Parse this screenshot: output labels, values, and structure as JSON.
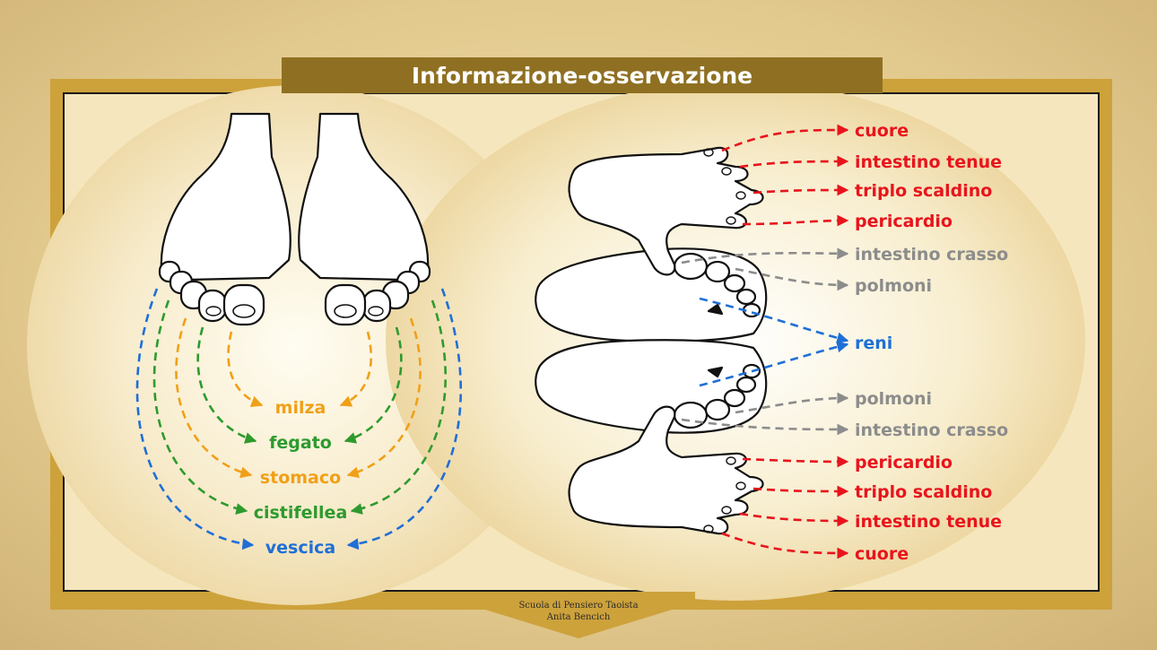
{
  "title": "Informazione-osservazione",
  "credit": {
    "line1": "Scuola di Pensiero Taoista",
    "line2": "Anita Bencich"
  },
  "colors": {
    "red": "#e8141c",
    "gray": "#8c8c8c",
    "blue": "#1f6fd6",
    "orange": "#f0a018",
    "green": "#2e9a2e",
    "banner": "#8f7022",
    "frame_gold": "#cda23b"
  },
  "feet": {
    "labels": [
      {
        "text": "milza",
        "color": "orange"
      },
      {
        "text": "fegato",
        "color": "green"
      },
      {
        "text": "stomaco",
        "color": "orange"
      },
      {
        "text": "cistifellea",
        "color": "green"
      },
      {
        "text": "vescica",
        "color": "blue"
      }
    ]
  },
  "hands": {
    "labels": [
      {
        "text": "cuore",
        "color": "red"
      },
      {
        "text": "intestino tenue",
        "color": "red"
      },
      {
        "text": "triplo scaldino",
        "color": "red"
      },
      {
        "text": "pericardio",
        "color": "red"
      },
      {
        "text": "intestino crasso",
        "color": "gray"
      },
      {
        "text": "polmoni",
        "color": "gray"
      },
      {
        "text": "reni",
        "color": "blue"
      },
      {
        "text": "polmoni",
        "color": "gray"
      },
      {
        "text": "intestino crasso",
        "color": "gray"
      },
      {
        "text": "pericardio",
        "color": "red"
      },
      {
        "text": "triplo scaldino",
        "color": "red"
      },
      {
        "text": "intestino tenue",
        "color": "red"
      },
      {
        "text": "cuore",
        "color": "red"
      }
    ]
  }
}
